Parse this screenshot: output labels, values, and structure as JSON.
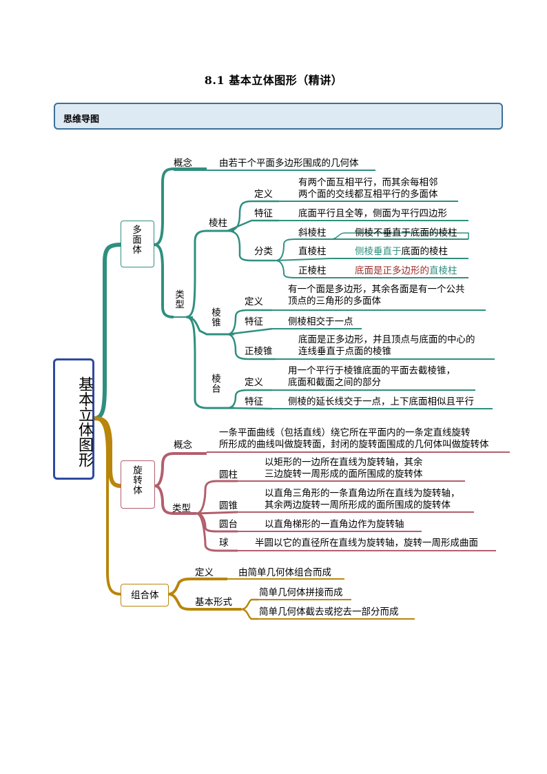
{
  "title": "8.1 基本立体图形（精讲）",
  "banner": "思维导图",
  "root": "基本立体图形",
  "polyhedron": {
    "label": "多面体",
    "concept_label": "概念",
    "concept": "由若干个平面多边形围成的几何体",
    "types_label": "类型",
    "prism": {
      "label": "棱柱",
      "def_label": "定义",
      "def_line1": "有两个面互相平行，而其余每相邻",
      "def_line2": "两个面的交线都互相平行的多面体",
      "feat_label": "特征",
      "feat": "底面平行且全等，侧面为平行四边形",
      "class_label": "分类",
      "oblique_label": "斜棱柱",
      "oblique": "侧棱不垂直于底面的棱柱",
      "right_label": "直棱柱",
      "right_a": "侧棱垂直于",
      "right_b": "底面的棱柱",
      "regular_label": "正棱柱",
      "regular_a": "底面是正多边形的",
      "regular_b": "直棱柱"
    },
    "pyramid": {
      "label": "棱锥",
      "def_label": "定义",
      "def_line1": "有一个面是多边形，其余各面是有一个公共",
      "def_line2": "顶点的三角形的多面体",
      "feat_label": "特征",
      "feat": "侧棱相交于一点",
      "regular_label": "正棱锥",
      "regular_line1": "底面是正多边形，并且顶点与底面的中心的",
      "regular_line2": "连线垂直于点面的棱锥"
    },
    "frustum": {
      "label": "棱台",
      "def_label": "定义",
      "def_line1": "用一个平行于棱锥底面的平面去截棱锥，",
      "def_line2": "底面和截面之间的部分",
      "feat_label": "特征",
      "feat": "侧棱的延长线交于一点，上下底面相似且平行"
    }
  },
  "revolution": {
    "label": "旋转体",
    "concept_label": "概念",
    "concept_line1": "一条平面曲线（包括直线）绕它所在平面内的一条定直线旋转",
    "concept_line2": "所形成的曲线叫做旋转面，封闭的旋转面围成的几何体叫做旋转体",
    "types_label": "类型",
    "cylinder_label": "圆柱",
    "cylinder_line1": "以矩形的一边所在直线为旋转轴，其余",
    "cylinder_line2": "三边旋转一周形成的面所围成的旋转体",
    "cone_label": "圆锥",
    "cone_line1": "以直角三角形的一条直角边所在直线为旋转轴，",
    "cone_line2": "其余两边旋转一周所形成的面所围成的旋转体",
    "frustum_label": "圆台",
    "frustum": "以直角梯形的一直角边作为旋转轴",
    "sphere_label": "球",
    "sphere": "半圆以它的直径所在直线为旋转轴，旋转一周形成曲面"
  },
  "composite": {
    "label": "组合体",
    "def_label": "定义",
    "def": "由简单几何体组合而成",
    "forms_label": "基本形式",
    "form1": "简单几何体拼接而成",
    "form2": "简单几何体截去或挖去一部分而成"
  },
  "colors": {
    "teal": "#2f8f7f",
    "rose": "#b25e6c",
    "gold": "#b8860b",
    "navy": "#2e4aa0"
  }
}
